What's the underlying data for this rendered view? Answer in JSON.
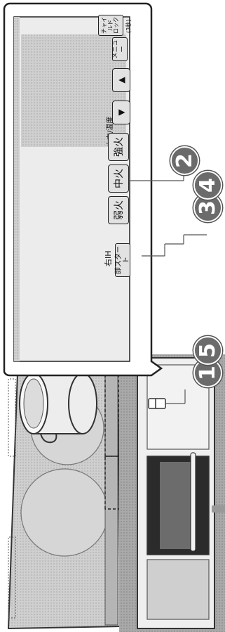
{
  "panel": {
    "unit_label": "右IH",
    "quick_start_label": "即スタート",
    "heat_level_caption": "火力/温度",
    "heat_buttons": [
      "弱火",
      "中火",
      "強火"
    ],
    "arrow_down": "▼",
    "arrow_up": "▲",
    "menu_label": "メニュー",
    "child_lock_label_line1": "チャイルド",
    "child_lock_label_line2": "ロック",
    "child_lock_hint": "(3秒)"
  },
  "callouts": {
    "steps_3_4": [
      "3",
      "4"
    ],
    "step_2": "2",
    "steps_1_5": [
      "1",
      "5"
    ]
  },
  "colors": {
    "panel_fill": "#b9b9b9",
    "outline": "#222222",
    "callout_fill": "#6b6b6b",
    "leader_line": "#555555"
  }
}
